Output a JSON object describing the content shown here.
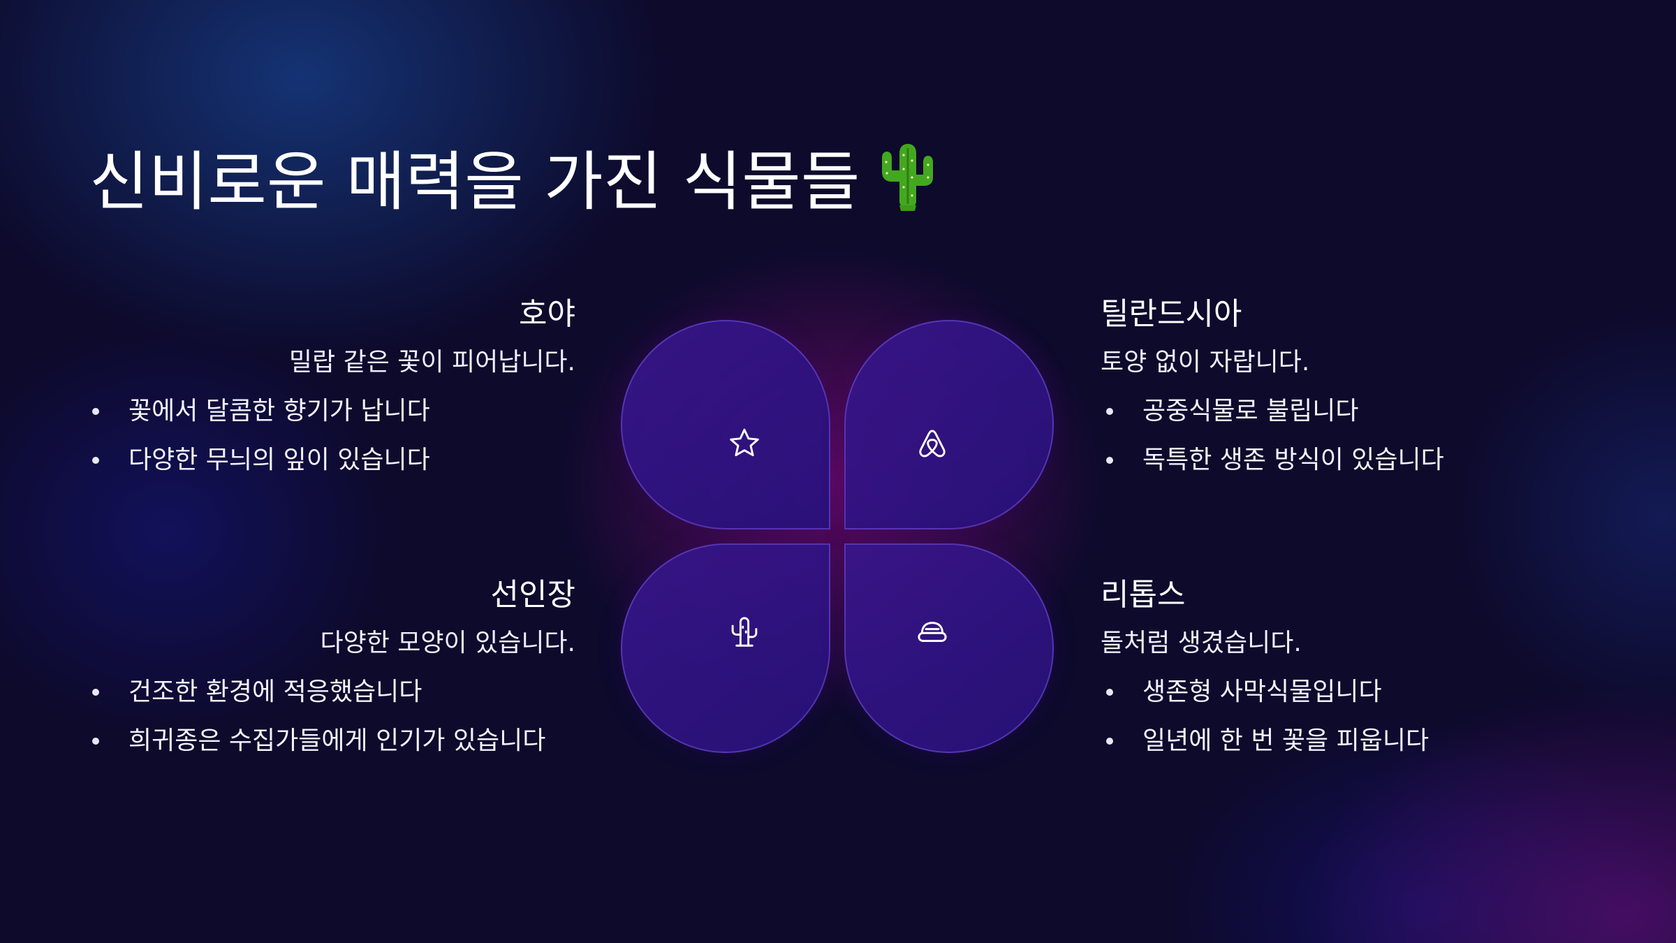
{
  "title": "신비로운 매력을 가진 식물들",
  "title_emoji": "cactus-emoji",
  "sections": [
    {
      "title": "호야",
      "subtitle": "밀랍 같은 꽃이 피어납니다.",
      "items": [
        "꽃에서 달콤한 향기가 납니다",
        "다양한 무늬의 잎이 있습니다"
      ],
      "icon": "star-icon"
    },
    {
      "title": "틸란드시아",
      "subtitle": "토양 없이 자랍니다.",
      "items": [
        "공중식물로 불립니다",
        "독특한 생존 방식이 있습니다"
      ],
      "icon": "airbnb-icon"
    },
    {
      "title": "선인장",
      "subtitle": "다양한 모양이 있습니다.",
      "items": [
        "건조한 환경에 적응했습니다",
        "희귀종은 수집가들에게 인기가 있습니다"
      ],
      "icon": "cactus-icon"
    },
    {
      "title": "리톱스",
      "subtitle": "돌처럼 생겼습니다.",
      "items": [
        "생존형 사막식물입니다",
        "일년에 한 번 꽃을 피웁니다"
      ],
      "icon": "stone-icon"
    }
  ],
  "colors": {
    "background": "#0d0a2c",
    "leaf_fill": "#30168a",
    "leaf_border": "#7652e0",
    "text": "#ffffff",
    "emoji_green": "#43a81f"
  }
}
